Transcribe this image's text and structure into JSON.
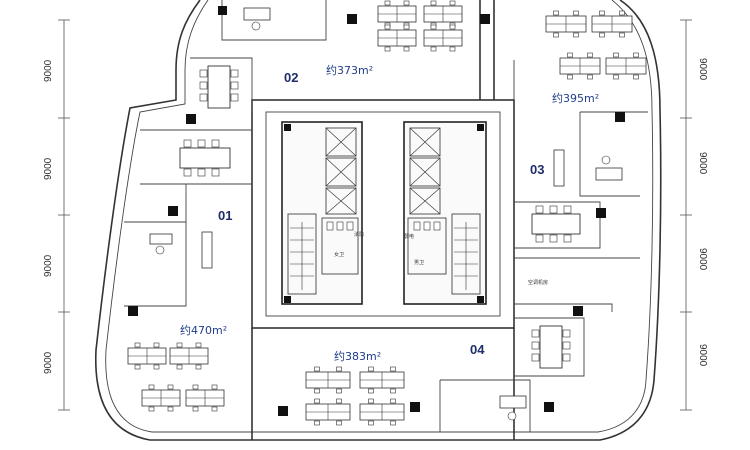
{
  "dimensions": {
    "left": [
      "9000",
      "9000",
      "9000",
      "9000"
    ],
    "right": [
      "9000",
      "9000",
      "9000",
      "9000"
    ]
  },
  "units": [
    {
      "number": "01",
      "area": "约470m²"
    },
    {
      "number": "02",
      "area": "约373m²"
    },
    {
      "number": "03",
      "area": "约395m²"
    },
    {
      "number": "04",
      "area": "约383m²"
    }
  ],
  "core_labels": {
    "room_left": "女卫",
    "room_right": "男卫",
    "tiny_left": "消防",
    "tiny_right": "弱电",
    "ac_room": "空调机房"
  },
  "colors": {
    "label": "#1f2d6b",
    "area": "#1f3d8a",
    "wall": "#333333"
  }
}
